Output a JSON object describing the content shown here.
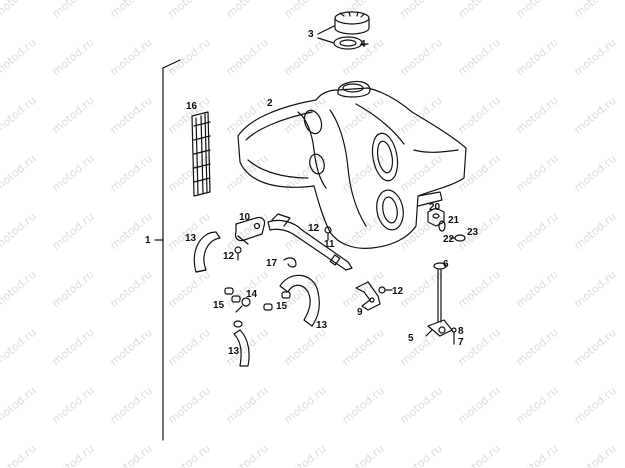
{
  "watermark": "motod.ru",
  "callouts": {
    "c1": "1",
    "c2": "2",
    "c3": "3",
    "c4": "4",
    "c5": "5",
    "c6": "6",
    "c7": "7",
    "c8": "8",
    "c9": "9",
    "c10": "10",
    "c11": "11",
    "c12a": "12",
    "c12b": "12",
    "c12c": "12",
    "c13a": "13",
    "c13b": "13",
    "c13c": "13",
    "c14": "14",
    "c15a": "15",
    "c15b": "15",
    "c16": "16",
    "c17": "17",
    "c20": "20",
    "c21": "21",
    "c22": "22",
    "c23": "23"
  }
}
